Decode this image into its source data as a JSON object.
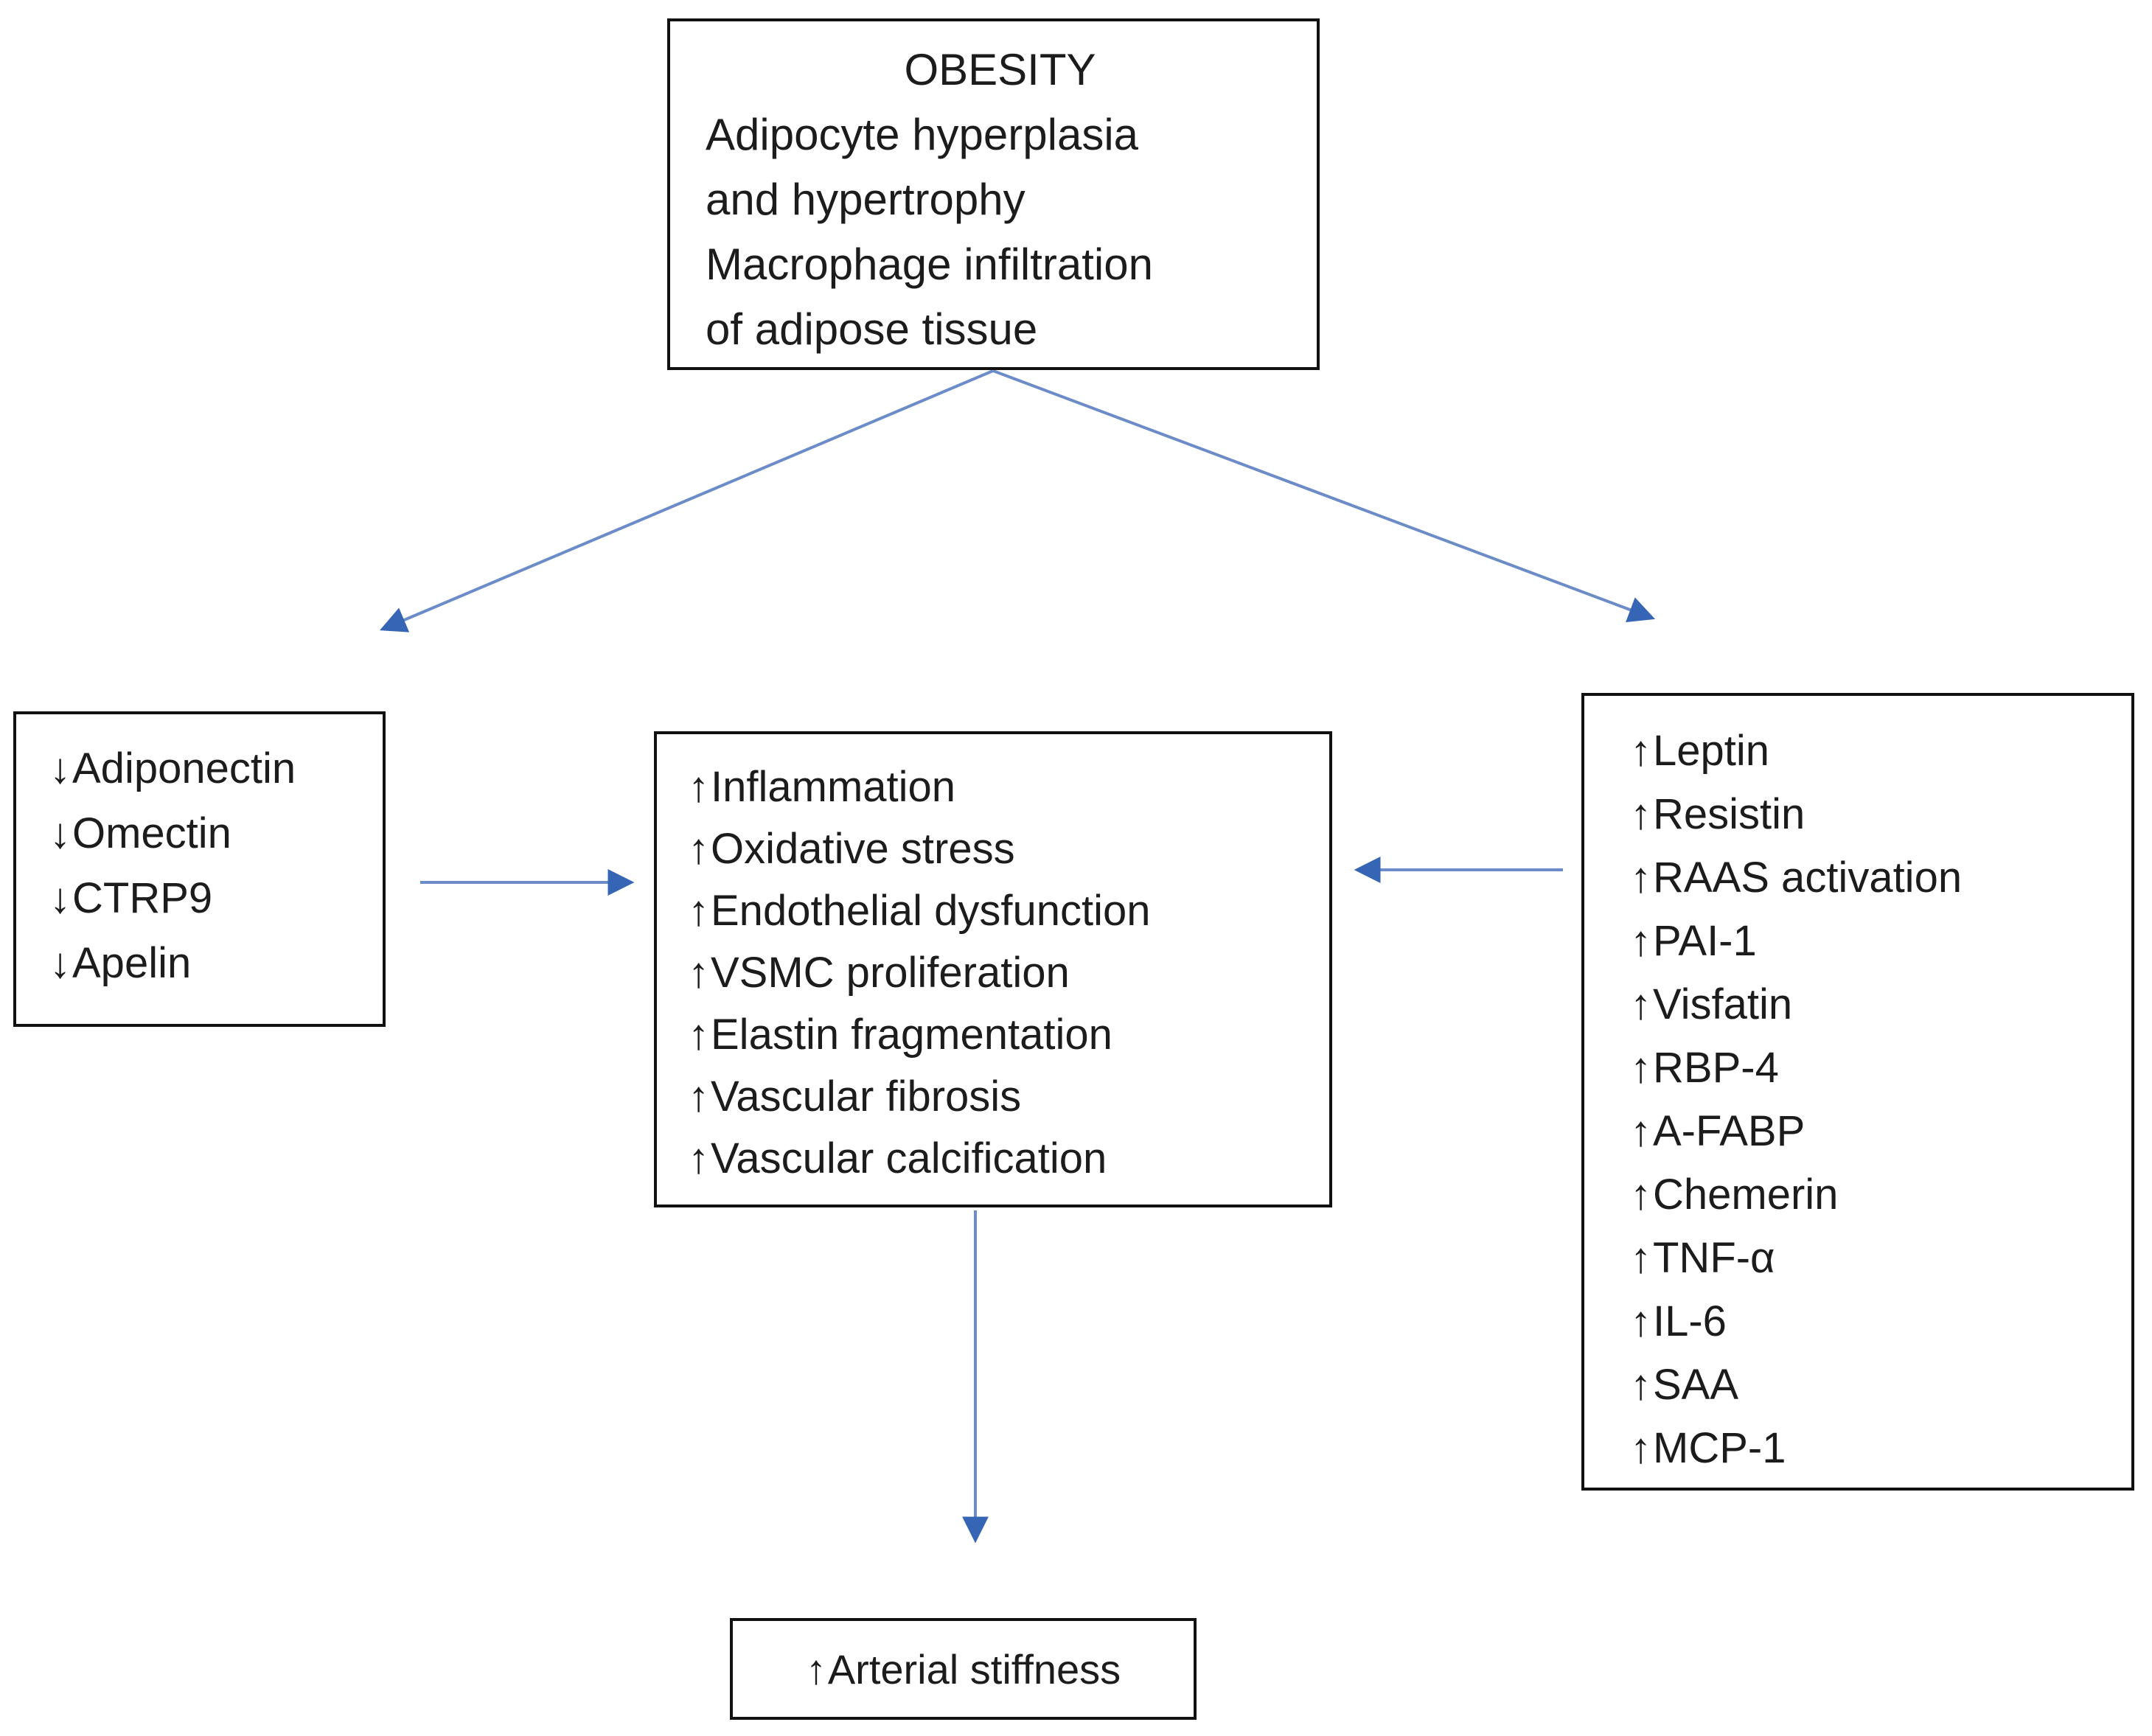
{
  "top_box": {
    "title": "OBESITY",
    "lines": [
      "Adipocyte hyperplasia",
      "and hypertrophy",
      "Macrophage infiltration",
      "of adipose tissue"
    ]
  },
  "left_box": {
    "items": [
      {
        "dir": "↓",
        "label": "Adiponectin"
      },
      {
        "dir": "↓",
        "label": "Omectin"
      },
      {
        "dir": "↓",
        "label": "CTRP9"
      },
      {
        "dir": "↓",
        "label": "Apelin"
      }
    ]
  },
  "center_box": {
    "items": [
      {
        "dir": "↑",
        "label": "Inflammation"
      },
      {
        "dir": "↑",
        "label": "Oxidative stress"
      },
      {
        "dir": "↑",
        "label": "Endothelial dysfunction"
      },
      {
        "dir": "↑",
        "label": "VSMC proliferation"
      },
      {
        "dir": "↑",
        "label": "Elastin fragmentation"
      },
      {
        "dir": "↑",
        "label": "Vascular fibrosis"
      },
      {
        "dir": "↑",
        "label": "Vascular calcification"
      }
    ]
  },
  "right_box": {
    "items": [
      {
        "dir": "↑",
        "label": "Leptin"
      },
      {
        "dir": "↑",
        "label": "Resistin"
      },
      {
        "dir": "↑",
        "label": "RAAS activation"
      },
      {
        "dir": "↑",
        "label": "PAI-1"
      },
      {
        "dir": "↑",
        "label": "Visfatin"
      },
      {
        "dir": "↑",
        "label": "RBP-4"
      },
      {
        "dir": "↑",
        "label": "A-FABP"
      },
      {
        "dir": "↑",
        "label": "Chemerin"
      },
      {
        "dir": "↑",
        "label": "TNF-α"
      },
      {
        "dir": "↑",
        "label": "IL-6"
      },
      {
        "dir": "↑",
        "label": "SAA"
      },
      {
        "dir": "↑",
        "label": "MCP-1"
      }
    ]
  },
  "outcome_box": {
    "dir": "↑",
    "label": "Arterial stiffness"
  },
  "colors": {
    "accent_line": "#6c8cc9",
    "accent_head": "#3765b5",
    "border": "#111111",
    "text": "#1c1c1c",
    "background": "#ffffff"
  }
}
